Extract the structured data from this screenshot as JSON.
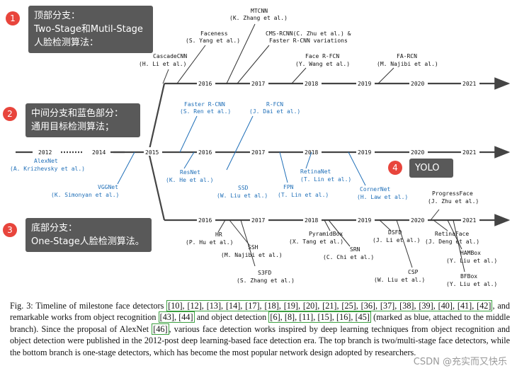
{
  "callouts": [
    {
      "num": "1",
      "text": "顶部分支：\nTwo-Stage和Mutil-Stage\n人脸检测算法："
    },
    {
      "num": "2",
      "text": "中间分支和蓝色部分：\n通用目标检测算法；"
    },
    {
      "num": "3",
      "text": "底部分支：\nOne-Stage人脸检测算法。"
    },
    {
      "num": "4",
      "text": "YOLO"
    }
  ],
  "years": {
    "top": [
      "2016",
      "2017",
      "2018",
      "2019",
      "2020",
      "2021"
    ],
    "middle": [
      "2012",
      "2014",
      "2015",
      "2016",
      "2017",
      "2018",
      "2019",
      "2020",
      "2021"
    ],
    "bottom": [
      "2016",
      "2017",
      "2018",
      "2019",
      "2020",
      "2021"
    ]
  },
  "detectors": {
    "top": [
      {
        "name": "MTCNN",
        "author": "(K. Zhang et al.)"
      },
      {
        "name": "Faceness",
        "author": "(S. Yang et al.)"
      },
      {
        "name": "CMS-RCNN(C. Zhu et al.) &",
        "author": "Faster R-CNN variations"
      },
      {
        "name": "CascadeCNN",
        "author": "(H. Li et al.)"
      },
      {
        "name": "Face R-FCN",
        "author": "(Y. Wang et al.)"
      },
      {
        "name": "FA-RCN",
        "author": "(M. Najibi et al.)"
      }
    ],
    "middle": [
      {
        "name": "Faster R-CNN",
        "author": "(S. Ren et al.)",
        "color": "blue"
      },
      {
        "name": "R-FCN",
        "author": "(J. Dai et al.)",
        "color": "blue"
      },
      {
        "name": "AlexNet",
        "author": "(A. Krizhevsky et al.)",
        "color": "blue"
      },
      {
        "name": "ResNet",
        "author": "(K. He et al.)",
        "color": "blue"
      },
      {
        "name": "VGGNet",
        "author": "(K. Simonyan et al.)",
        "color": "blue"
      },
      {
        "name": "SSD",
        "author": "(W. Liu et al.)",
        "color": "blue"
      },
      {
        "name": "FPN",
        "author": "(T. Lin et al.)",
        "color": "blue"
      },
      {
        "name": "RetinaNet",
        "author": "(T. Lin et al.)",
        "color": "blue"
      },
      {
        "name": "CornerNet",
        "author": "(H. Law et al.)",
        "color": "blue"
      }
    ],
    "bottom": [
      {
        "name": "ProgressFace",
        "author": "(J. Zhu et al.)"
      },
      {
        "name": "HR",
        "author": "(P. Hu et al.)"
      },
      {
        "name": "PyramidBox",
        "author": "(X. Tang et al.)"
      },
      {
        "name": "DSFD",
        "author": "(J. Li et al.)"
      },
      {
        "name": "RetinaFace",
        "author": "(J. Deng et al.)"
      },
      {
        "name": "SSH",
        "author": "(M. Najibi et al.)"
      },
      {
        "name": "SRN",
        "author": "(C. Chi et al.)"
      },
      {
        "name": "HAMBox",
        "author": "(Y. Liu et al.)"
      },
      {
        "name": "S3FD",
        "author": "(S. Zhang et al.)"
      },
      {
        "name": "CSP",
        "author": "(W. Liu et al.)"
      },
      {
        "name": "BFBox",
        "author": "(Y. Liu et al.)"
      }
    ]
  },
  "caption": {
    "p1": "Fig. 3: Timeline of milestone face detectors ",
    "refs1": "[10], [12], [13], [14], [17], [18], [19], [20], [21], [25], [36], [37], [38], [39], [40], [41], [42]",
    "p2": ", and remarkable works from object recognition ",
    "refs2": "[43], [44]",
    "p3": " and object detection ",
    "refs3": "[6], [8], [11], [15], [16], [45]",
    "p4": " (marked as blue, attached to the middle branch). Since the proposal of AlexNet ",
    "refs4": "[46]",
    "p5": ", various face detection works inspired by deep learning techniques from object recognition and object detection were published in the 2012-post deep learning-based face detection era. The top branch is two/multi-stage face detectors, while the bottom branch is one-stage detectors, which has become the most popular network design adopted by researchers."
  },
  "watermark": "CSDN @充实而又快乐"
}
